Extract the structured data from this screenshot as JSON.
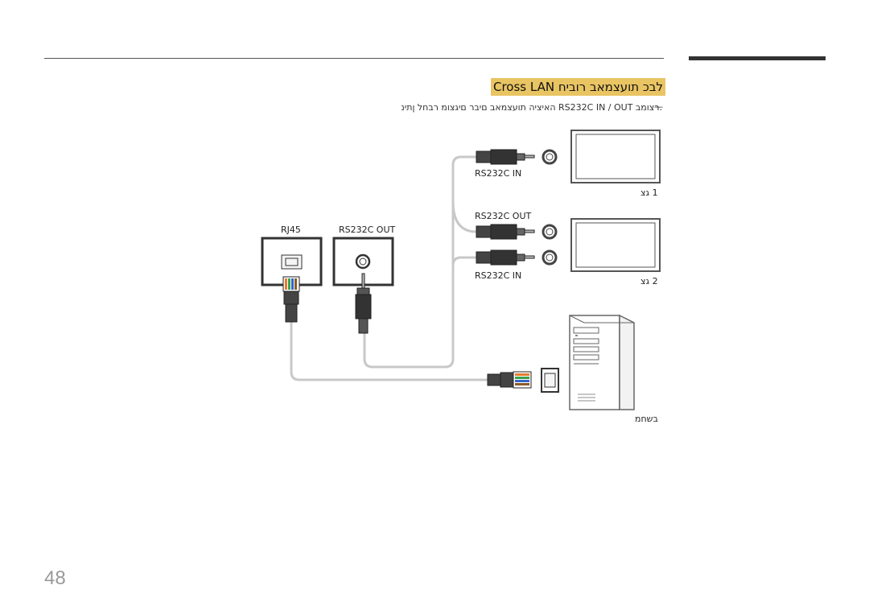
{
  "section_title": "Cross LAN לבכ תועצמאב רוביח",
  "note": ".רצומב RS232C IN / OUT האיציה תועצמאב םיבר םיגצומ רבחל ןתינ",
  "note_dash": "—",
  "labels": {
    "rj45": "RJ45",
    "rs232c_out_pc": "RS232C OUT",
    "rs232c_in_1": "RS232C IN",
    "rs232c_out_2": "RS232C OUT",
    "rs232c_in_2": "RS232C IN",
    "display1": "1 גצ",
    "display2": "2 גצ",
    "computer": "בשחמ"
  },
  "page_number": "48"
}
